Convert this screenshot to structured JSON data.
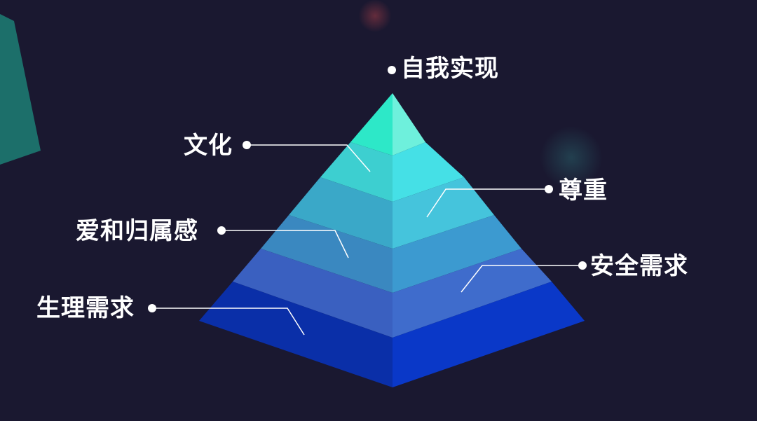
{
  "title": "自我实现",
  "levels": [
    {
      "label": "自我实现",
      "left_color": "#2de8c8",
      "right_color": "#6ef0dc"
    },
    {
      "label": "文化",
      "left_color": "#3dcfd0",
      "right_color": "#45e0e6"
    },
    {
      "label": "尊重",
      "left_color": "#3aa8c8",
      "right_color": "#45c4dc"
    },
    {
      "label": "爱和归属感",
      "left_color": "#3a88c0",
      "right_color": "#3c9ad0"
    },
    {
      "label": "安全需求",
      "left_color": "#3a60c0",
      "right_color": "#3f6ccc"
    },
    {
      "label": "生理需求",
      "left_color": "#0a2fa8",
      "right_color": "#0a38c8"
    }
  ],
  "colors": {
    "background": "#1a1830",
    "leader": "#ffffff"
  }
}
